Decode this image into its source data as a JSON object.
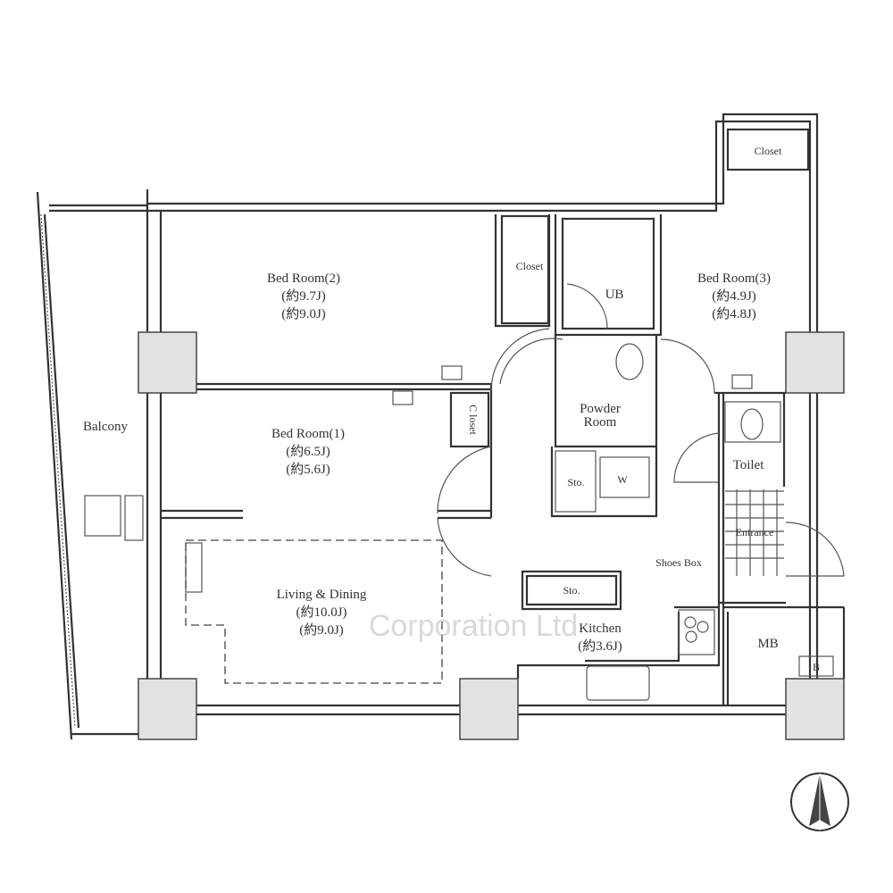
{
  "rooms": {
    "bed2": {
      "name": "Bed Room(2)",
      "area1": "(約9.7J)",
      "area2": "(約9.0J)"
    },
    "bed3": {
      "name": "Bed Room(3)",
      "area1": "(約4.9J)",
      "area2": "(約4.8J)"
    },
    "bed1": {
      "name": "Bed Room(1)",
      "area1": "(約6.5J)",
      "area2": "(約5.6J)"
    },
    "living": {
      "name": "Living & Dining",
      "area1": "(約10.0J)",
      "area2": "(約9.0J)"
    },
    "kitchen": {
      "name": "Kitchen",
      "area1": "(約3.6J)"
    },
    "powder": {
      "line1": "Powder",
      "line2": "Room"
    },
    "closet_bed2": "Closet",
    "closet_bed3": "Closet",
    "closet_bed1": "C loset",
    "ub": "UB",
    "toilet": "Toilet",
    "storage_powder": "Sto.",
    "washer": "W",
    "entrance": "Entrance",
    "shoes_box": "Shoes Box",
    "storage_hall": "Sto.",
    "mb": "MB",
    "b": "B",
    "balcony": "Balcony"
  },
  "watermark": "Corporation Ltd"
}
